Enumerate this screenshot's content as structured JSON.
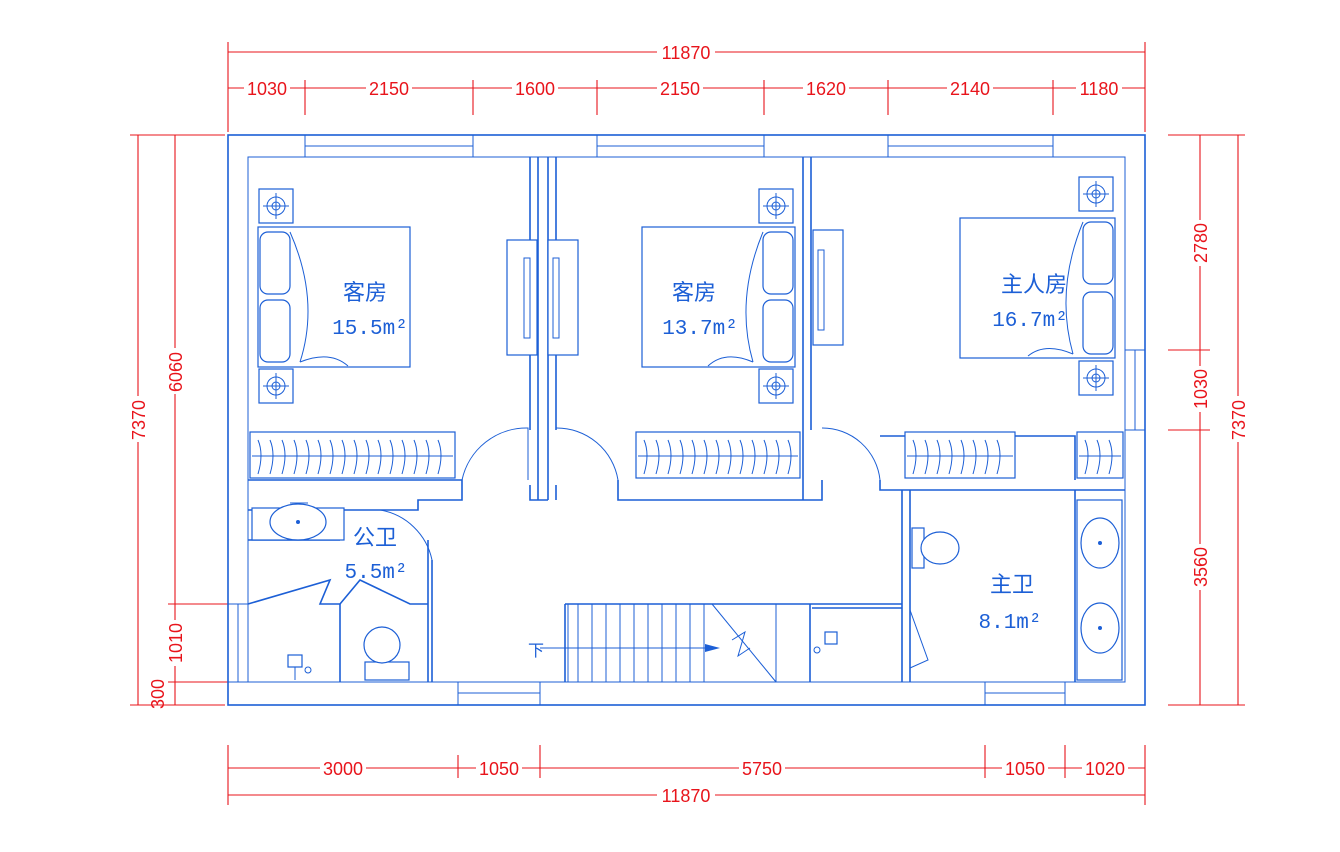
{
  "colors": {
    "wall": "#1c5fd6",
    "dimension": "#e8141b",
    "background": "#ffffff"
  },
  "rooms": {
    "guest1": {
      "name": "客房",
      "area": "15.5m²"
    },
    "guest2": {
      "name": "客房",
      "area": "13.7m²"
    },
    "master": {
      "name": "主人房",
      "area": "16.7m²"
    },
    "public_bath": {
      "name": "公卫",
      "area": "5.5m²"
    },
    "master_bath": {
      "name": "主卫",
      "area": "8.1m²"
    }
  },
  "stair_label": "下",
  "dimensions": {
    "top_total": "11870",
    "top": [
      "1030",
      "2150",
      "1600",
      "2150",
      "1620",
      "2140",
      "1180"
    ],
    "bottom": [
      "3000",
      "1050",
      "5750",
      "1050",
      "1020"
    ],
    "bottom_total": "11870",
    "left_total": "7370",
    "left": [
      "6060",
      "1010",
      "300"
    ],
    "right": [
      "2780",
      "1030",
      "3560"
    ],
    "right_total": "7370"
  }
}
